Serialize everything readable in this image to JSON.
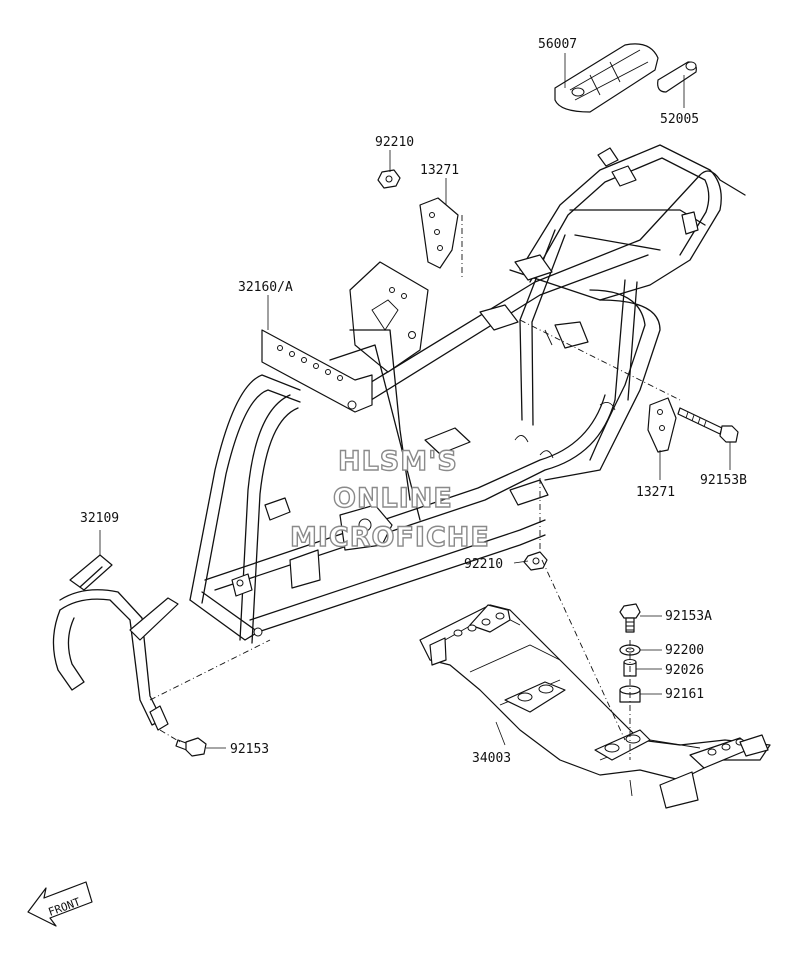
{
  "parts": {
    "p56007": "56007",
    "p52005": "52005",
    "p92210_top": "92210",
    "p13271_top": "13271",
    "p32160A": "32160/A",
    "p13271_right": "13271",
    "p92153B": "92153B",
    "p32109": "32109",
    "p92210_mid": "92210",
    "p92153A": "92153A",
    "p92200": "92200",
    "p92026": "92026",
    "p92161": "92161",
    "p34003": "34003",
    "p92153": "92153"
  },
  "watermark": {
    "line1": "HLSM'S",
    "line2": "ONLINE",
    "line3": "MICROFICHE"
  },
  "front_arrow": {
    "label": "FRONT"
  }
}
